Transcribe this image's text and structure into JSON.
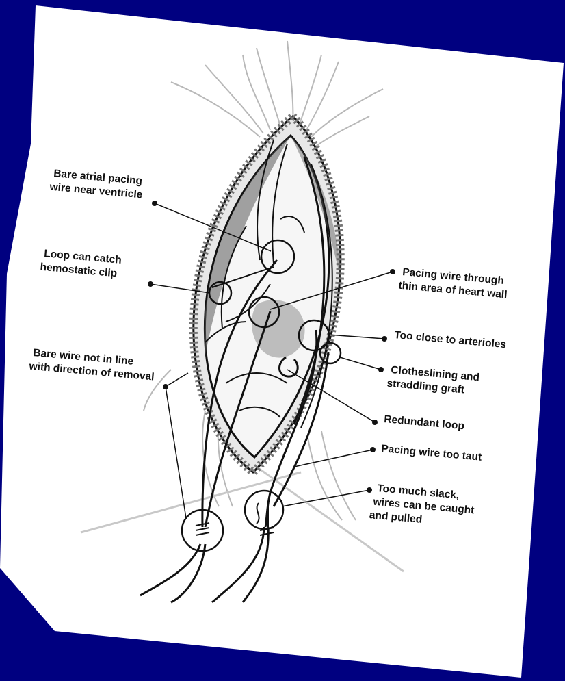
{
  "colors": {
    "background": "#000080",
    "paper": "#ffffff",
    "ink": "#111111",
    "vessel_grey": "#b8b8b8",
    "wound_area_grey": "#bdbdbd"
  },
  "labels": {
    "bare_atrial": [
      "Bare atrial pacing",
      "wire near ventricle"
    ],
    "loop_clip": [
      "Loop can catch",
      "hemostatic clip"
    ],
    "bare_wire": [
      "Bare wire not in line",
      "with direction of removal"
    ],
    "thin_wall": [
      "Pacing wire through",
      "thin area of heart wall"
    ],
    "arterioles": [
      "Too close to arterioles"
    ],
    "clotheslining": [
      "Clotheslining and",
      "straddling graft"
    ],
    "redundant": [
      "Redundant loop"
    ],
    "taut": [
      "Pacing wire too taut"
    ],
    "slack": [
      "Too much slack,",
      "wires can be caught",
      "and pulled"
    ]
  }
}
